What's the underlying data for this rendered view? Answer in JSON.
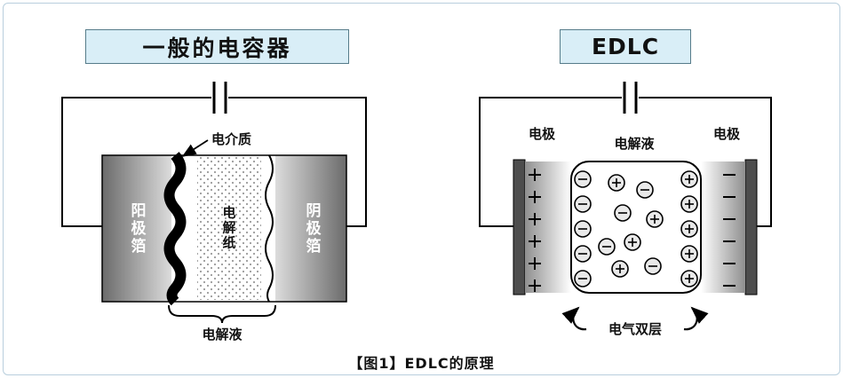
{
  "figure": {
    "caption": "【图1】EDLC的原理"
  },
  "left_panel": {
    "title": "一般的电容器",
    "dielectric_label": "电介质",
    "anode_foil_label": "阳极箔",
    "separator_label": "电解纸",
    "cathode_foil_label": "阴极箔",
    "electrolyte_label": "电解液"
  },
  "right_panel": {
    "title": "EDLC",
    "left_electrode_label": "电极",
    "electrolyte_label": "电解液",
    "right_electrode_label": "电极",
    "double_layer_label": "电气双层"
  },
  "colors": {
    "frame_border": "#b9cfdd",
    "title_box_fill": "#d9eef7",
    "title_box_border": "#567c8a",
    "foil_gradient_dark": "#6b6b6b",
    "foil_gradient_light": "#dcdcdc",
    "collector_dark": "#4d4d4d",
    "ion_fill": "#e9e9e9",
    "line_color": "#000000"
  }
}
